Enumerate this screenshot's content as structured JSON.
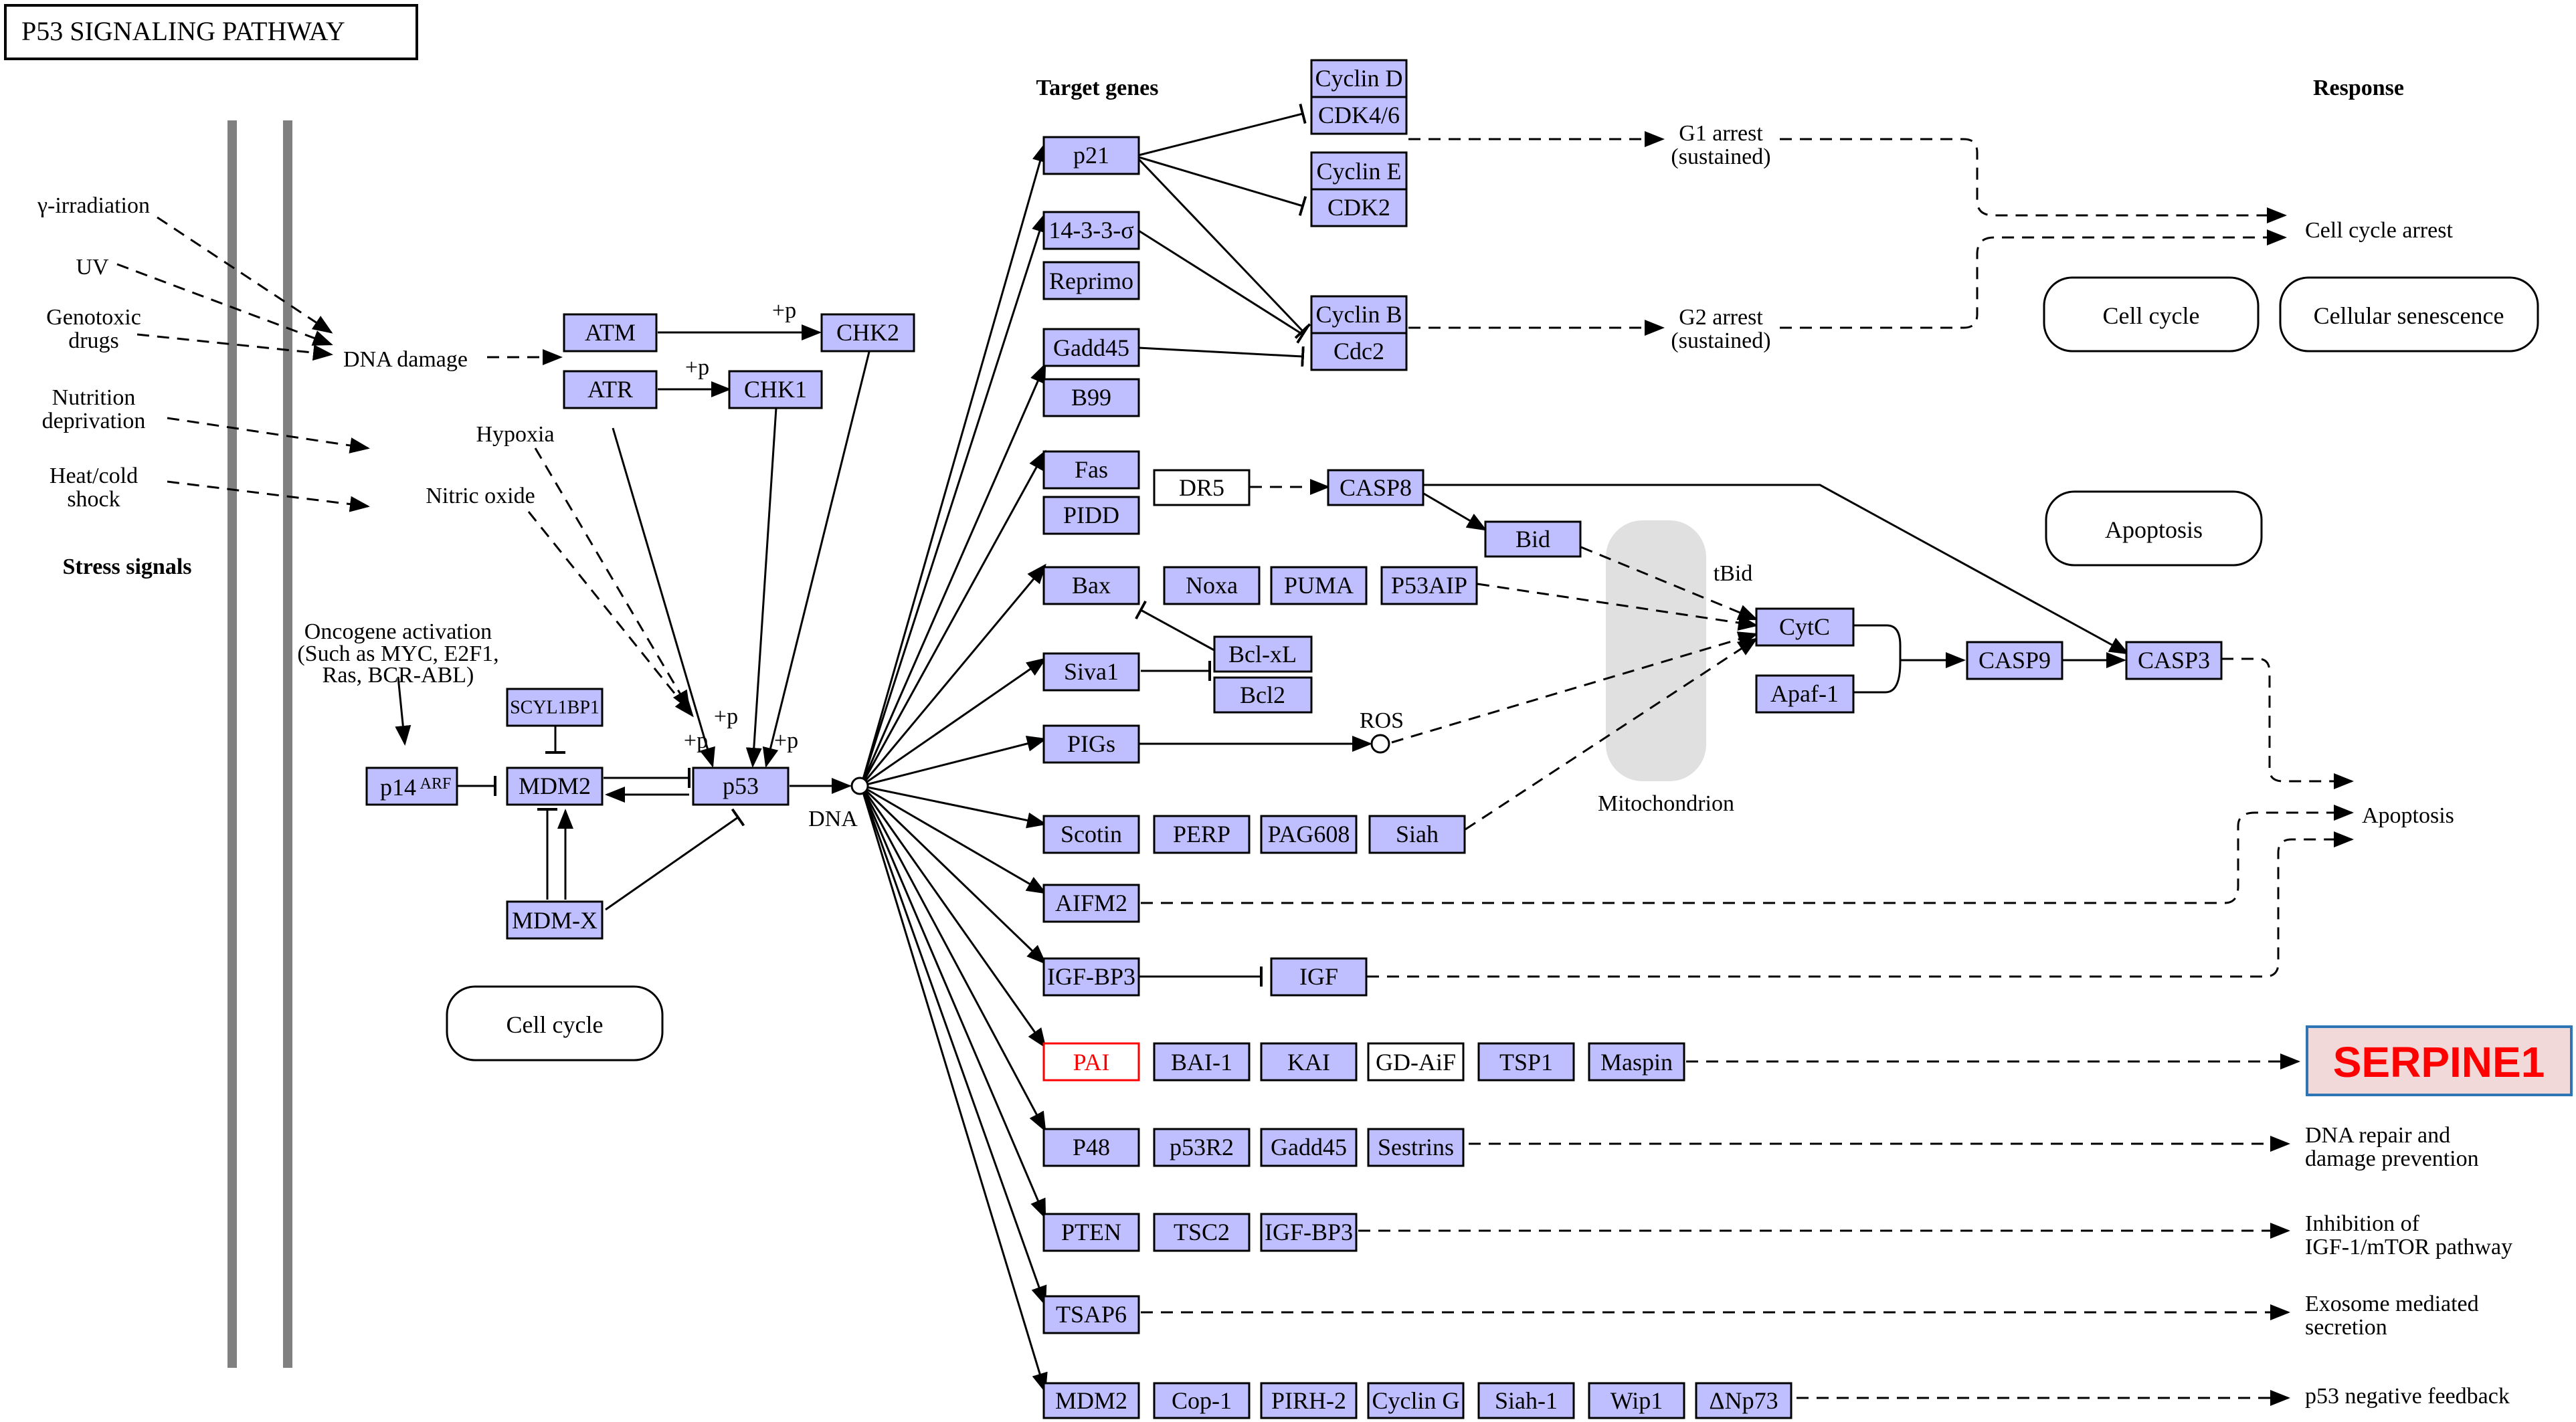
{
  "title": "P53 SIGNALING PATHWAY",
  "headers": {
    "target_genes": "Target genes",
    "response": "Response",
    "stress_signals": "Stress signals"
  },
  "stress": [
    "γ-irradiation",
    "UV",
    "Genotoxic",
    "drugs",
    "Nutrition",
    "deprivation",
    "Heat/cold",
    "shock"
  ],
  "labels": {
    "dna_damage": "DNA damage",
    "hypoxia": "Hypoxia",
    "nitric_oxide": "Nitric oxide",
    "onc1": "Oncogene activation",
    "onc2": "(Such as MYC, E2F1,",
    "onc3": "Ras, BCR-ABL)",
    "dna": "DNA",
    "ros": "ROS",
    "tbid": "tBid",
    "mito": "Mitochondrion",
    "plus_p": "+p",
    "arf": "ARF"
  },
  "genes": {
    "atm": "ATM",
    "atr": "ATR",
    "chk2": "CHK2",
    "chk1": "CHK1",
    "p14": "p14",
    "mdm2": "MDM2",
    "p53": "p53",
    "scyl1bp1": "SCYL1BP1",
    "mdmx": "MDM-X",
    "p21": "p21",
    "s1433": "14-3-3-σ",
    "reprimo": "Reprimo",
    "gadd45": "Gadd45",
    "b99": "B99",
    "cyclind": "Cyclin D",
    "cdk46": "CDK4/6",
    "cycline": "Cyclin E",
    "cdk2": "CDK2",
    "cyclinb": "Cyclin B",
    "cdc2": "Cdc2",
    "fas": "Fas",
    "pidd": "PIDD",
    "dr5": "DR5",
    "casp8": "CASP8",
    "bid": "Bid",
    "bax": "Bax",
    "noxa": "Noxa",
    "puma": "PUMA",
    "p53aip": "P53AIP",
    "siva": "Siva1",
    "bclxl": "Bcl-xL",
    "bcl2": "Bcl2",
    "pigs": "PIGs",
    "cytc": "CytC",
    "apaf1": "Apaf-1",
    "casp9": "CASP9",
    "casp3": "CASP3",
    "scotin": "Scotin",
    "perp": "PERP",
    "pag608": "PAG608",
    "siah": "Siah",
    "aifm2": "AIFM2",
    "igfbp3": "IGF-BP3",
    "igf": "IGF",
    "pai": "PAI",
    "bai1": "BAI-1",
    "kai": "KAI",
    "gdaif": "GD-AiF",
    "tsp1": "TSP1",
    "maspin": "Maspin",
    "p48": "P48",
    "p53r2": "p53R2",
    "gadd45b": "Gadd45",
    "sestrins": "Sestrins",
    "pten": "PTEN",
    "tsc2": "TSC2",
    "igfbp3b": "IGF-BP3",
    "tsap6": "TSAP6",
    "mdm2b": "MDM2",
    "cop1": "Cop-1",
    "pirh2": "PIRH-2",
    "cyclinG": "Cyclin G",
    "siah1": "Siah-1",
    "wip1": "Wip1",
    "dnp73": "ΔNp73"
  },
  "rounded": {
    "cellcycle1": "Cell cycle",
    "cellcycle2": "Cell cycle",
    "senescence": "Cellular senescence",
    "apoptosis_box": "Apoptosis"
  },
  "responses": {
    "g1a": "G1 arrest",
    "g1b": "(sustained)",
    "g2a": "G2 arrest",
    "g2b": "(sustained)",
    "arrest": "Cell cycle arrest",
    "apoptosis": "Apoptosis",
    "repair1": "DNA repair and",
    "repair2": "damage prevention",
    "igf1": "Inhibition of",
    "igf2": "IGF-1/mTOR pathway",
    "exo1": "Exosome mediated",
    "exo2": "secretion",
    "neg": "p53 negative feedback"
  },
  "callout": "SERPINE1"
}
